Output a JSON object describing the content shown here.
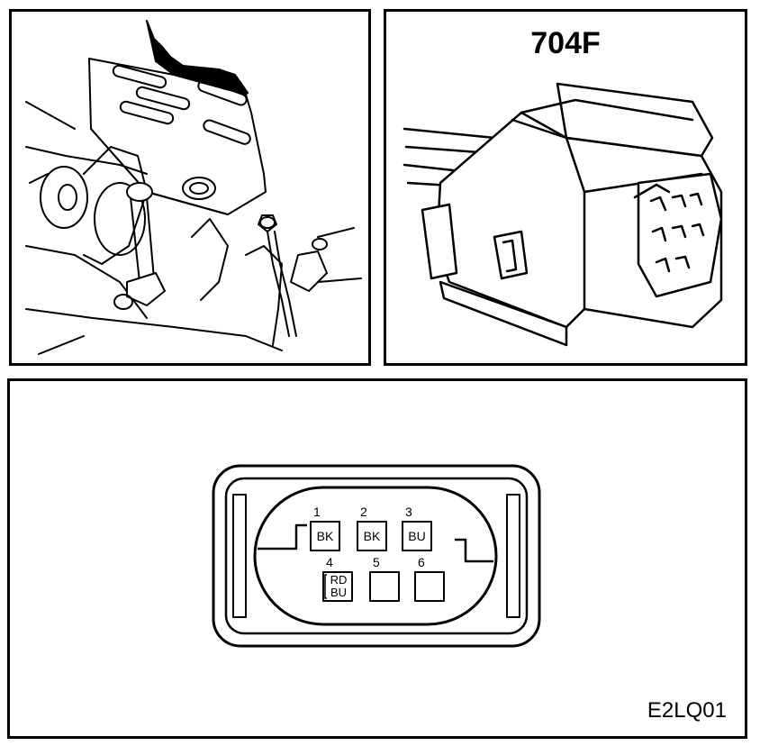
{
  "connector": {
    "id": "704F",
    "pins": [
      {
        "number": "1",
        "colors": [
          "BK"
        ]
      },
      {
        "number": "2",
        "colors": [
          "BK"
        ]
      },
      {
        "number": "3",
        "colors": [
          "BU"
        ]
      },
      {
        "number": "4",
        "colors": [
          "RD",
          "BU"
        ]
      },
      {
        "number": "5",
        "colors": []
      },
      {
        "number": "6",
        "colors": []
      }
    ]
  },
  "figure_code": "E2LQ01"
}
